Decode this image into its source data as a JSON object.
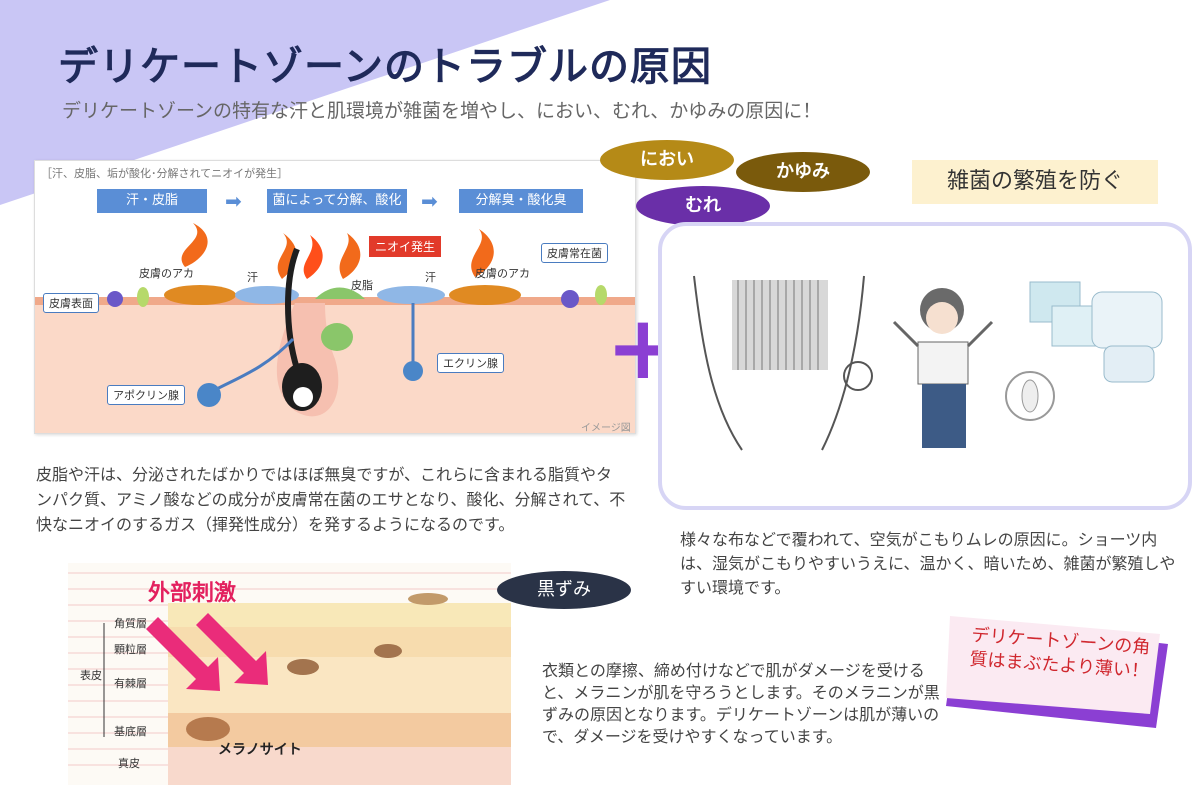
{
  "title": "デリケートゾーンのトラブルの原因",
  "subtitle": "デリケートゾーンの特有な汗と肌環境が雑菌を増やし、におい、むれ、かゆみの原因に！",
  "figure1": {
    "caption": "［汗、皮脂、垢が酸化･分解されてニオイが発生］",
    "steps": [
      "汗・皮脂",
      "菌によって分解、酸化",
      "分解臭・酸化臭"
    ],
    "smell_label": "ニオイ発生",
    "labels": {
      "resident_bacteria": "皮膚常在菌",
      "skin_grime_left": "皮膚のアカ",
      "sweat_left": "汗",
      "sebum": "皮脂",
      "sweat_right": "汗",
      "skin_grime_right": "皮膚のアカ",
      "skin_surface": "皮膚表面",
      "eccrine": "エクリン腺",
      "apocrine": "アポクリン腺"
    },
    "note": "イメージ図"
  },
  "paragraph1": "皮脂や汗は、分泌されたばかりではほぼ無臭ですが、これらに含まれる脂質やタンパク質、アミノ酸などの成分が皮膚常在菌のエサとなり、酸化、分解されて、不快なニオイのするガス（揮発性成分）を発するようになるのです。",
  "badges": {
    "nioi": "におい",
    "mure": "むれ",
    "kayumi": "かゆみ"
  },
  "prevent_label": "雑菌の繁殖を防ぐ",
  "paragraph2": "様々な布などで覆われて、空気がこもりムレの原因に。ショーツ内は、湿気がこもりやすいうえに、温かく、暗いため、雑菌が繁殖しやすい環境です。",
  "figure2": {
    "stimulus_label": "外部刺激",
    "layers": [
      "角質層",
      "顆粒層",
      "有棘層",
      "基底層",
      "真皮"
    ],
    "epidermis_label": "表皮",
    "melanocyte_label": "メラノサイト"
  },
  "dark_badge": "黒ずみ",
  "paragraph3": "衣類との摩擦、締め付けなどで肌がダメージを受けると、メラニンが肌を守ろうとします。そのメラニンが黒ずみの原因となります。デリケートゾーンは肌が薄いので、ダメージを受けやすくなっています。",
  "note_card": "デリケートゾーンの角質はまぶたより薄い！",
  "colors": {
    "title": "#1f2a5a",
    "accent_purple": "#8b3fd3",
    "nioi_badge": "#b58a17",
    "mure_badge": "#6a2fa8",
    "kayumi_badge": "#7a5a0c",
    "note_text": "#d0282f",
    "corner": "#c9c6f5"
  }
}
